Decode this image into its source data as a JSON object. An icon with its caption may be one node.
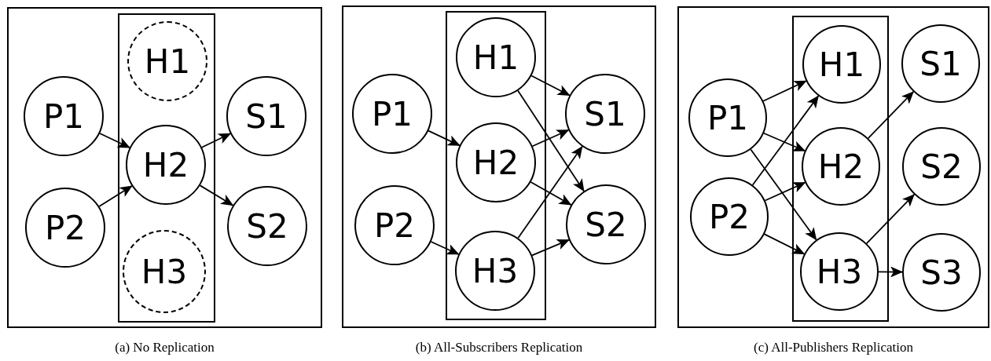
{
  "diagram": {
    "nodes": [
      {
        "text": [
          "(a) No Replication"
        ]
      },
      {
        "text": [],
        "shape": "box",
        "in": 0
      },
      {
        "text": [
          "P1"
        ],
        "in": 0
      },
      {
        "text": [
          "P2"
        ],
        "in": 0
      },
      {
        "text": [
          "H1"
        ],
        "in": 1
      },
      {
        "text": [
          "H2"
        ],
        "in": 1
      },
      {
        "text": [
          "H3"
        ],
        "in": 1
      },
      {
        "text": [
          "S1"
        ],
        "in": 0
      },
      {
        "text": [
          "S2"
        ],
        "in": 0
      },
      {
        "text": [
          "(b) All-Subscribers Replication"
        ]
      },
      {
        "text": [],
        "shape": "box",
        "in": 9
      },
      {
        "text": [
          "P1"
        ],
        "in": 9
      },
      {
        "text": [
          "P2"
        ],
        "in": 9
      },
      {
        "text": [
          "H1"
        ],
        "in": 10
      },
      {
        "text": [
          "H2"
        ],
        "in": 10
      },
      {
        "text": [
          "H3"
        ],
        "in": 10
      },
      {
        "text": [
          "S1"
        ],
        "in": 9
      },
      {
        "text": [
          "S2"
        ],
        "in": 9
      },
      {
        "text": [
          "(c) All-Publishers Replication"
        ]
      },
      {
        "text": [],
        "shape": "box",
        "in": 18
      },
      {
        "text": [
          "P1"
        ],
        "in": 18
      },
      {
        "text": [
          "P2"
        ],
        "in": 18
      },
      {
        "text": [
          "H1"
        ],
        "in": 19
      },
      {
        "text": [
          "H2"
        ],
        "in": 19
      },
      {
        "text": [
          "H3"
        ],
        "in": 19
      },
      {
        "text": [
          "S1"
        ],
        "in": 18
      },
      {
        "text": [
          "S2"
        ],
        "in": 18
      },
      {
        "text": [
          "S3"
        ],
        "in": 18
      }
    ],
    "edges": [
      {
        "from": 2,
        "to": 5,
        "arrow": "to"
      },
      {
        "from": 3,
        "to": 5,
        "arrow": "to"
      },
      {
        "from": 5,
        "to": 7,
        "arrow": "to"
      },
      {
        "from": 5,
        "to": 8,
        "arrow": "to"
      },
      {
        "from": 11,
        "to": 14,
        "arrow": "to"
      },
      {
        "from": 12,
        "to": 15,
        "arrow": "to"
      },
      {
        "from": 13,
        "to": 16,
        "arrow": "to"
      },
      {
        "from": 13,
        "to": 17,
        "arrow": "to"
      },
      {
        "from": 14,
        "to": 16,
        "arrow": "to"
      },
      {
        "from": 14,
        "to": 17,
        "arrow": "to"
      },
      {
        "from": 15,
        "to": 16,
        "arrow": "to"
      },
      {
        "from": 15,
        "to": 17,
        "arrow": "to"
      },
      {
        "from": 20,
        "to": 22,
        "arrow": "to"
      },
      {
        "from": 20,
        "to": 23,
        "arrow": "to"
      },
      {
        "from": 20,
        "to": 24,
        "arrow": "to"
      },
      {
        "from": 21,
        "to": 22,
        "arrow": "to"
      },
      {
        "from": 21,
        "to": 23,
        "arrow": "to"
      },
      {
        "from": 21,
        "to": 24,
        "arrow": "to"
      },
      {
        "from": 23,
        "to": 25,
        "arrow": "to"
      },
      {
        "from": 24,
        "to": 26,
        "arrow": "to"
      },
      {
        "from": 24,
        "to": 27,
        "arrow": "to"
      }
    ]
  }
}
